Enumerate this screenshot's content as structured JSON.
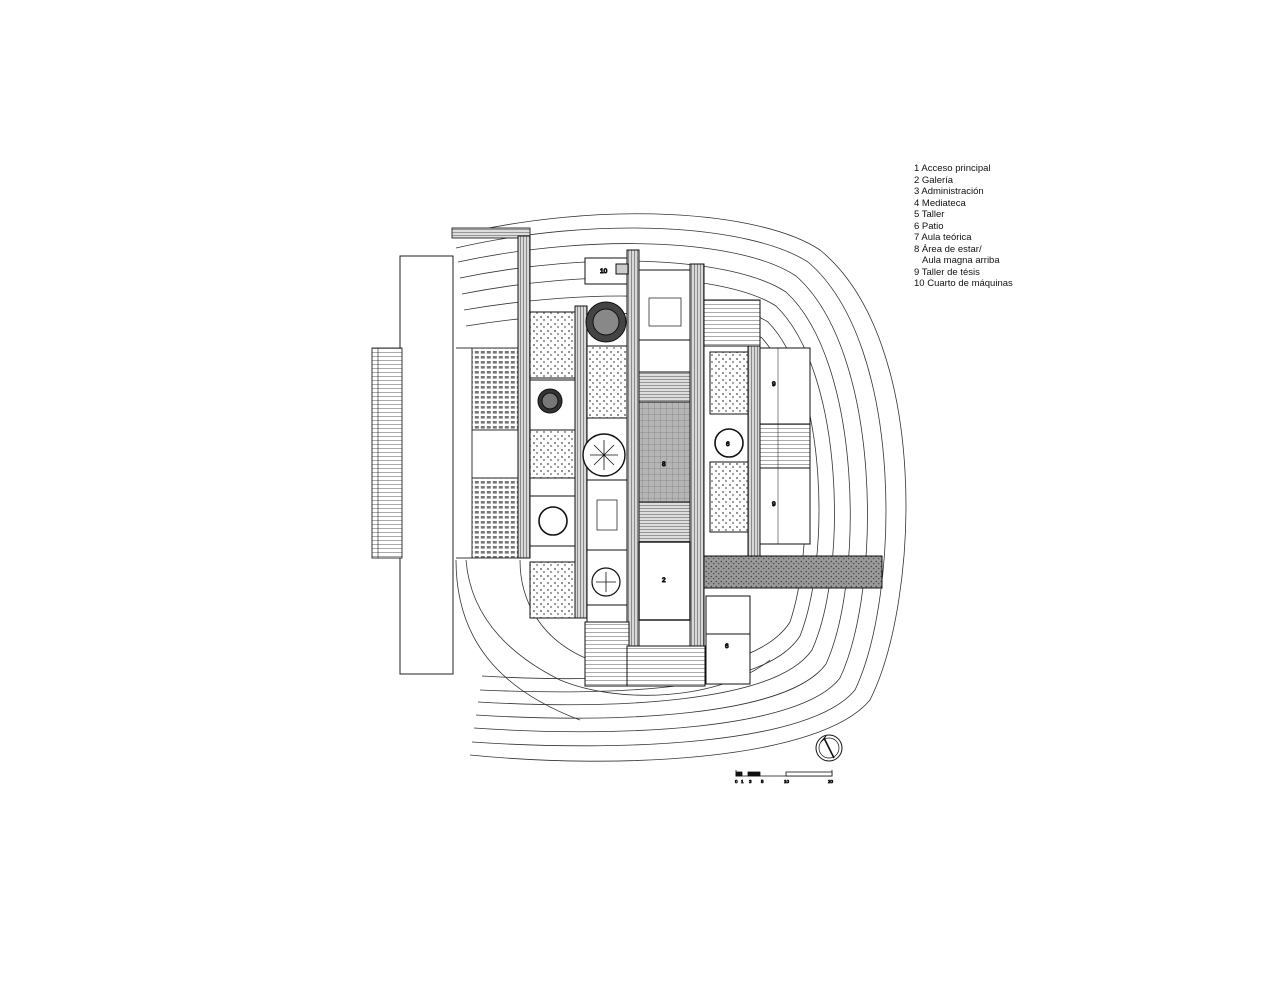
{
  "legend": {
    "items": [
      "1 Acceso principal",
      "2 Galería",
      "3 Administración",
      "4 Mediateca",
      "5 Taller",
      "6 Patio",
      "7 Aula teórica",
      "8 Área de estar/",
      "Aula magna arriba",
      "9 Taller de tésis",
      "10 Cuarto de máquinas"
    ]
  },
  "plan_labels": {
    "machine_room": "10",
    "gallery": "2",
    "patio": "6",
    "living": "8",
    "thesis": "9"
  },
  "scale": {
    "ticks": [
      "0",
      "1",
      "3",
      "5",
      "10",
      "20"
    ]
  }
}
